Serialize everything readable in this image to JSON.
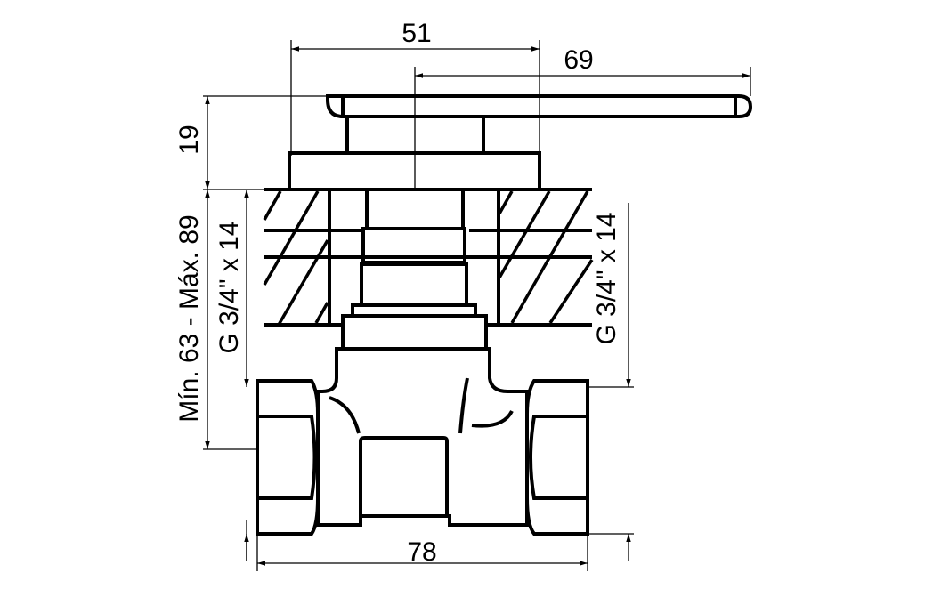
{
  "drawing": {
    "dimensions": {
      "flange_width": "51",
      "handle_length": "69",
      "handle_height": "19",
      "wall_range": "Mín. 63 - Máx. 89",
      "thread_left": "G 3/4\" x 14",
      "thread_right": "G 3/4\" x 14",
      "body_width": "78"
    }
  }
}
